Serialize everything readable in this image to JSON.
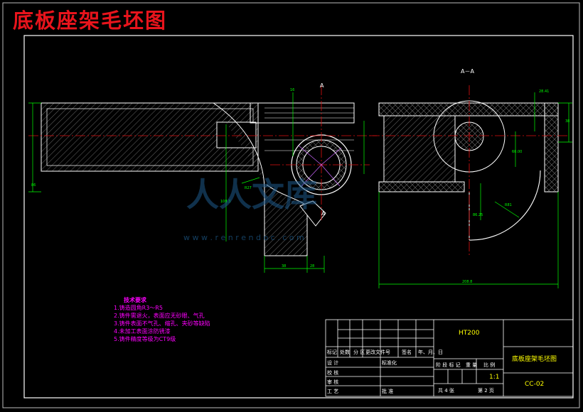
{
  "title": "底板座架毛坯图",
  "section_labels": {
    "a_mark": "A",
    "section_aa": "A－A",
    "a_lower": "A"
  },
  "dimensions": {
    "d_height_right": "38",
    "d_top_right": "28.41",
    "d_vertical_mid": "60.00",
    "d_radius_right": "R81",
    "d_offset_right": "86.25",
    "d_width_bottom": "208.8",
    "d_left_height": "86",
    "d_mid_height": "108.3",
    "d_base_width": "38",
    "d_base_small": "28",
    "d_left_mark": "16",
    "d_radius_left": "R27"
  },
  "tech_requirements": {
    "title": "技术要求",
    "items": [
      "1.铸造圆角R3～R5",
      "2.铸件需退火，表面应无砂眼、气孔",
      "3.铸件表面不气孔、缩孔、夹砂等缺陷",
      "4.未加工表面涂防锈漆",
      "5.铸件精度等级为CT9级"
    ]
  },
  "title_block": {
    "material": "HT200",
    "part_name": "底板座架毛坯图",
    "drawing_no": "CC-02",
    "scale": "1:1",
    "row_mark": [
      "标记",
      "处数",
      "分 区",
      "更改文件号",
      "签名",
      "年、月、日"
    ],
    "row_design": [
      "设 计",
      "标准化"
    ],
    "row_check": "校 核",
    "row_audit": "审 核",
    "row_process": "工 艺",
    "approve": "批 准",
    "stage_headers": [
      "阶 段 标 记",
      "重 量",
      "比 例"
    ],
    "sheets_total": "共 4 张",
    "sheet_no": "第 2 页"
  },
  "watermark": {
    "text": "人人文库",
    "url": "w w w . r e n r e n d o c . c o m"
  },
  "colors": {
    "outline": "#ffffff",
    "hatch": "#00ffff",
    "center": "#ff0000",
    "dim": "#00ff00",
    "tech": "#ff00ff",
    "title": "#e8141c"
  }
}
